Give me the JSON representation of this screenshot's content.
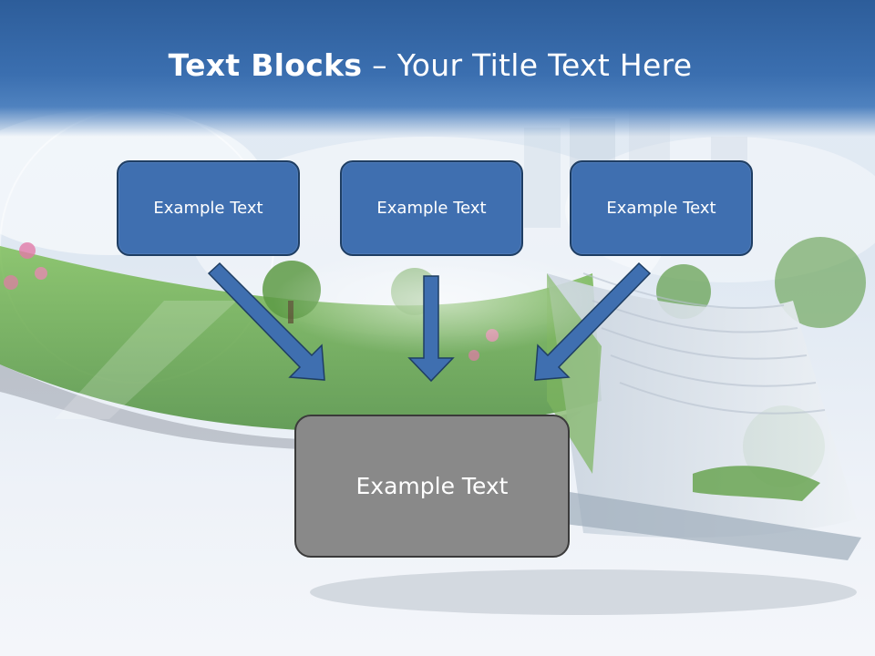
{
  "slide": {
    "title_bold": "Text Blocks",
    "title_dash": " – ",
    "title_rest": "Your Title Text Here"
  },
  "blocks": {
    "top": [
      "Example Text",
      "Example Text",
      "Example Text"
    ],
    "bottom": "Example Text"
  },
  "colors": {
    "header": "#3b6fb0",
    "box_blue": "#3f6fb0",
    "box_gray": "#898989",
    "arrow": "#3f6fb0",
    "arrow_outline": "#1f3e63"
  },
  "icons": [
    "arrow-down-right-icon",
    "arrow-down-icon",
    "arrow-down-left-icon"
  ]
}
